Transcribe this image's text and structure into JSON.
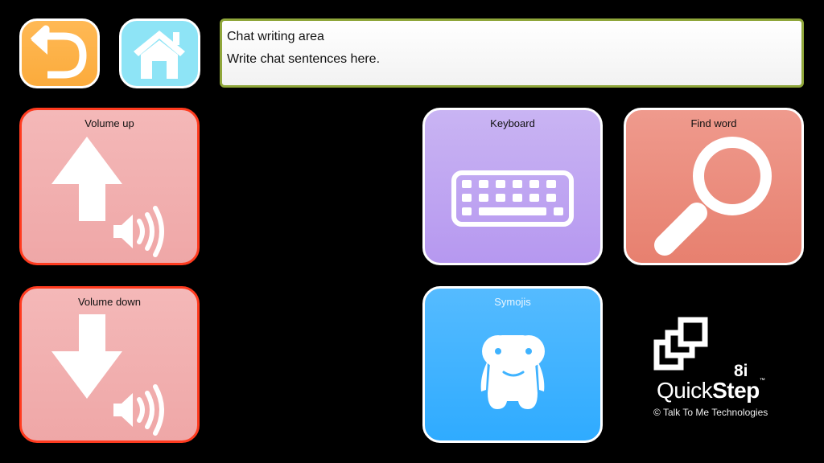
{
  "chat": {
    "title": "Chat writing area",
    "placeholder": "Write chat sentences here."
  },
  "tiles": {
    "volume_up": "Volume up",
    "volume_down": "Volume down",
    "keyboard": "Keyboard",
    "find_word": "Find word",
    "symojis": "Symojis"
  },
  "logo": {
    "version": "8i",
    "name_light": "Quick",
    "name_bold": "Step",
    "tm": "™",
    "copyright": "© Talk To Me Technologies"
  },
  "colors": {
    "back": "#fdb24d",
    "home": "#8de4f5",
    "volume": "#f2b0b0",
    "volume_border": "#ff3b1f",
    "keyboard": "#bda5f2",
    "find_word": "#eb8a7c",
    "symojis": "#45b5ff",
    "chat_border": "#8fa63a"
  }
}
